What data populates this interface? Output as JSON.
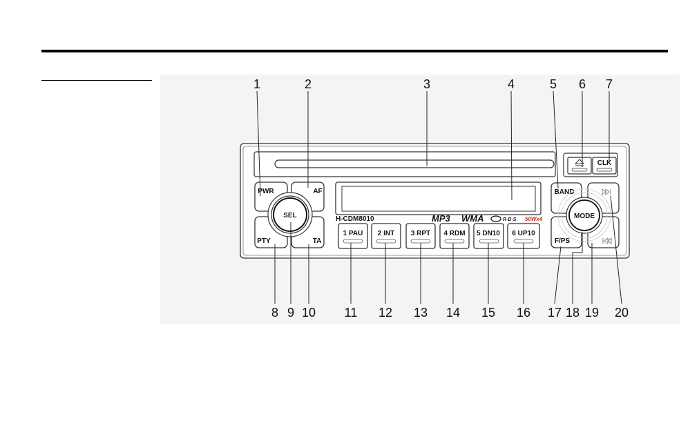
{
  "device": {
    "model": "H-CDM8010",
    "logo_mp3": "MP3",
    "logo_wma": "WMA",
    "logo_rds": "R·D·S",
    "power_rating": "50Wx4",
    "buttons": {
      "pwr": "PWR",
      "af": "AF",
      "sel": "SEL",
      "pty": "PTY",
      "ta": "TA",
      "band": "BAND",
      "mode": "MODE",
      "fps": "F/PS",
      "clk": "CLK",
      "eject_icon": "eject-icon",
      "next_icon": "skip-forward-icon",
      "prev_icon": "skip-back-icon"
    },
    "presets": [
      "1 PAU",
      "2 INT",
      "3 RPT",
      "4 RDM",
      "5 DN10",
      "6 UP10"
    ]
  },
  "callouts": {
    "top": [
      "1",
      "2",
      "3",
      "4",
      "5",
      "6",
      "7"
    ],
    "bottom": [
      "8",
      "9",
      "10",
      "11",
      "12",
      "13",
      "14",
      "15",
      "16",
      "17",
      "18",
      "19",
      "20"
    ]
  }
}
